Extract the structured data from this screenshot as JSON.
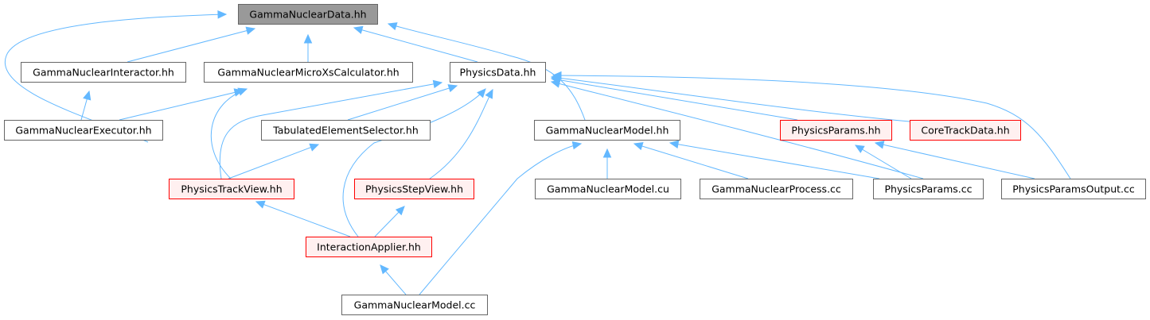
{
  "graph": {
    "title": "GammaNuclearData.hh included-by dependency graph",
    "colors": {
      "edge": "#63b8ff",
      "root_fill": "#999999",
      "root_border": "#666666",
      "normal_fill": "#ffffff",
      "normal_border": "#666666",
      "truncated_fill": "#fff0f0",
      "truncated_border": "#ff0000"
    },
    "nodes": [
      {
        "id": "GammaNuclearData",
        "label": "GammaNuclearData.hh",
        "style": "root"
      },
      {
        "id": "GammaNuclearInteractor",
        "label": "GammaNuclearInteractor.hh",
        "style": "normal"
      },
      {
        "id": "GammaNuclearMicroXsCalculator",
        "label": "GammaNuclearMicroXsCalculator.hh",
        "style": "normal"
      },
      {
        "id": "PhysicsData",
        "label": "PhysicsData.hh",
        "style": "normal"
      },
      {
        "id": "GammaNuclearExecutor",
        "label": "GammaNuclearExecutor.hh",
        "style": "normal"
      },
      {
        "id": "TabulatedElementSelector",
        "label": "TabulatedElementSelector.hh",
        "style": "normal"
      },
      {
        "id": "GammaNuclearModelHH",
        "label": "GammaNuclearModel.hh",
        "style": "normal"
      },
      {
        "id": "PhysicsParamsHH",
        "label": "PhysicsParams.hh",
        "style": "truncated"
      },
      {
        "id": "CoreTrackData",
        "label": "CoreTrackData.hh",
        "style": "truncated"
      },
      {
        "id": "PhysicsTrackView",
        "label": "PhysicsTrackView.hh",
        "style": "truncated"
      },
      {
        "id": "PhysicsStepView",
        "label": "PhysicsStepView.hh",
        "style": "truncated"
      },
      {
        "id": "GammaNuclearModelCU",
        "label": "GammaNuclearModel.cu",
        "style": "normal"
      },
      {
        "id": "GammaNuclearProcess",
        "label": "GammaNuclearProcess.cc",
        "style": "normal"
      },
      {
        "id": "PhysicsParamsCC",
        "label": "PhysicsParams.cc",
        "style": "normal"
      },
      {
        "id": "PhysicsParamsOutput",
        "label": "PhysicsParamsOutput.cc",
        "style": "normal"
      },
      {
        "id": "InteractionApplier",
        "label": "InteractionApplier.hh",
        "style": "truncated"
      },
      {
        "id": "GammaNuclearModelCC",
        "label": "GammaNuclearModel.cc",
        "style": "normal"
      }
    ],
    "edges": [
      {
        "from": "GammaNuclearExecutor",
        "to": "GammaNuclearData"
      },
      {
        "from": "GammaNuclearInteractor",
        "to": "GammaNuclearData"
      },
      {
        "from": "GammaNuclearMicroXsCalculator",
        "to": "GammaNuclearData"
      },
      {
        "from": "PhysicsData",
        "to": "GammaNuclearData"
      },
      {
        "from": "GammaNuclearModelHH",
        "to": "GammaNuclearData"
      },
      {
        "from": "GammaNuclearExecutor",
        "to": "GammaNuclearInteractor"
      },
      {
        "from": "GammaNuclearExecutor",
        "to": "GammaNuclearMicroXsCalculator"
      },
      {
        "from": "PhysicsTrackView",
        "to": "GammaNuclearMicroXsCalculator"
      },
      {
        "from": "PhysicsTrackView",
        "to": "PhysicsData"
      },
      {
        "from": "TabulatedElementSelector",
        "to": "PhysicsData"
      },
      {
        "from": "InteractionApplier",
        "to": "PhysicsData"
      },
      {
        "from": "PhysicsStepView",
        "to": "PhysicsData"
      },
      {
        "from": "PhysicsParamsHH",
        "to": "PhysicsData"
      },
      {
        "from": "CoreTrackData",
        "to": "PhysicsData"
      },
      {
        "from": "PhysicsParamsCC",
        "to": "PhysicsData"
      },
      {
        "from": "PhysicsParamsOutput",
        "to": "PhysicsData"
      },
      {
        "from": "PhysicsTrackView",
        "to": "TabulatedElementSelector"
      },
      {
        "from": "InteractionApplier",
        "to": "PhysicsTrackView"
      },
      {
        "from": "InteractionApplier",
        "to": "PhysicsStepView"
      },
      {
        "from": "GammaNuclearModelCC",
        "to": "InteractionApplier"
      },
      {
        "from": "GammaNuclearModelCC",
        "to": "GammaNuclearModelHH"
      },
      {
        "from": "GammaNuclearModelCU",
        "to": "GammaNuclearModelHH"
      },
      {
        "from": "GammaNuclearProcess",
        "to": "GammaNuclearModelHH"
      },
      {
        "from": "PhysicsParamsCC",
        "to": "GammaNuclearModelHH"
      },
      {
        "from": "PhysicsParamsCC",
        "to": "PhysicsParamsHH"
      },
      {
        "from": "PhysicsParamsOutput",
        "to": "PhysicsParamsHH"
      }
    ]
  }
}
